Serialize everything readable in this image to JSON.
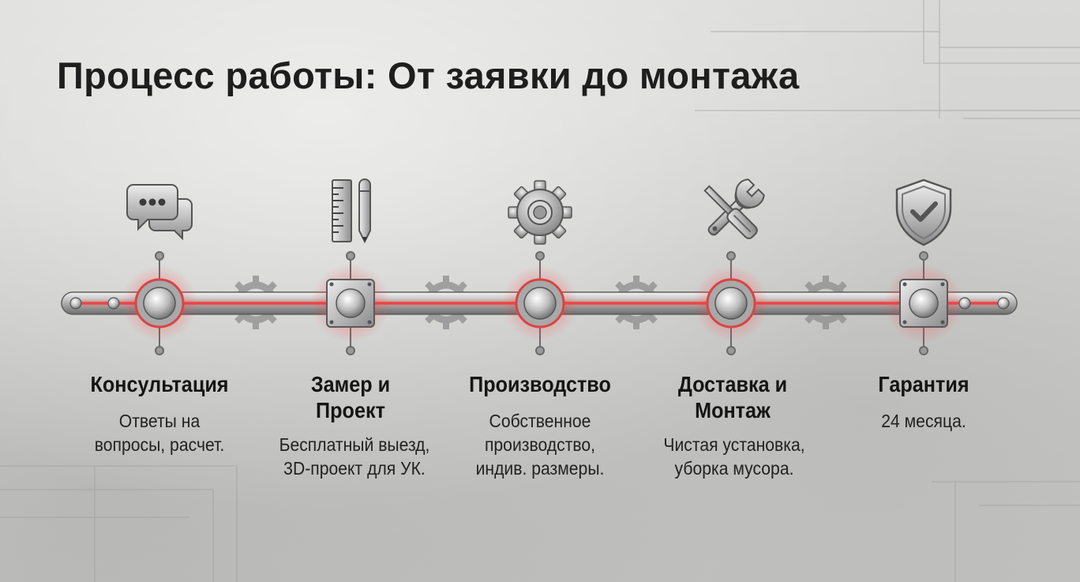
{
  "title": "Процесс работы: От заявки до монтажа",
  "steps": [
    {
      "icon": "chat-bubbles-icon",
      "title": "Консультация",
      "desc": "Ответы на вопросы, расчет."
    },
    {
      "icon": "ruler-pencil-icon",
      "title": "Замер и Проект",
      "desc": "Бесплатный выезд, 3D-проект для УК."
    },
    {
      "icon": "gear-icon",
      "title": "Производство",
      "desc": "Собственное производство, индив. размеры."
    },
    {
      "icon": "wrench-screwdriver-icon",
      "title": "Доставка и Монтаж",
      "desc": "Чистая установка, уборка мусора."
    },
    {
      "icon": "shield-check-icon",
      "title": "Гарантия",
      "desc": "24 месяца."
    }
  ],
  "colors": {
    "accent": "#e23a3a",
    "text": "#1e1e1e",
    "metal": "#9a9a9a"
  }
}
